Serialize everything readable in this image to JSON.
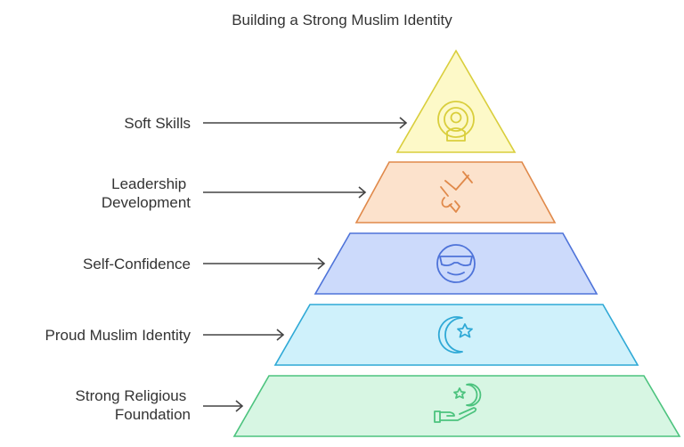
{
  "title": "Building a Strong Muslim Identity",
  "layers": [
    {
      "label_lines": [
        "Soft Skills"
      ],
      "icon": "podcast-icon",
      "fill": "#FDF9C8",
      "stroke": "#D9CE3C"
    },
    {
      "label_lines": [
        "Leadership",
        "Development"
      ],
      "icon": "megaphone-icon",
      "fill": "#FCE2CC",
      "stroke": "#E0894A"
    },
    {
      "label_lines": [
        "Self-Confidence"
      ],
      "icon": "cool-face-icon",
      "fill": "#CCDAFB",
      "stroke": "#4E73D9"
    },
    {
      "label_lines": [
        "Proud Muslim Identity"
      ],
      "icon": "crescent-star-icon",
      "fill": "#CFF1FB",
      "stroke": "#2FA9D6"
    },
    {
      "label_lines": [
        "Strong Religious",
        "Foundation"
      ],
      "icon": "hand-crescent-icon",
      "fill": "#D7F6E3",
      "stroke": "#4CC37E"
    }
  ]
}
